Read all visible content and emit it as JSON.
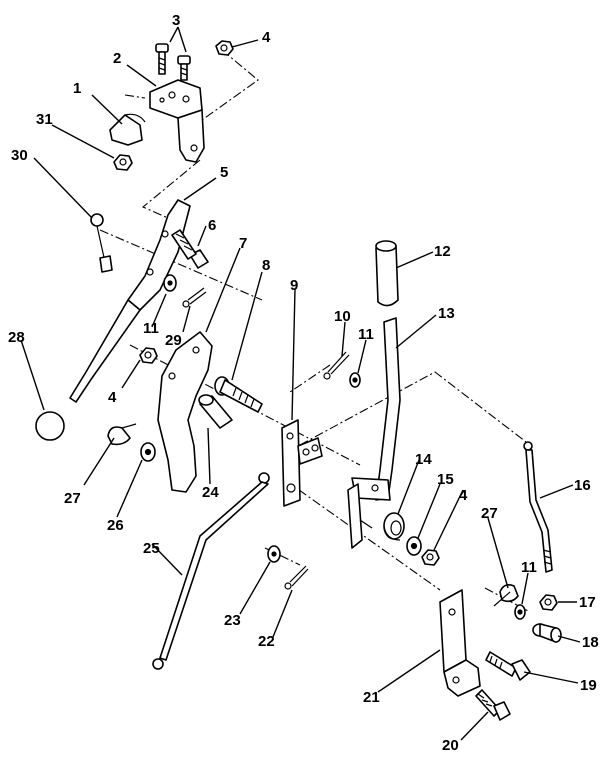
{
  "callouts": [
    "1",
    "2",
    "3",
    "4",
    "5",
    "6",
    "7",
    "8",
    "9",
    "10",
    "11",
    "12",
    "13",
    "14",
    "15",
    "16",
    "17",
    "18",
    "19",
    "20",
    "21",
    "22",
    "23",
    "24",
    "25",
    "26",
    "27",
    "28",
    "29",
    "30",
    "31"
  ],
  "repeat": {
    "four": "4",
    "eleven": "11",
    "twentyseven": "27"
  }
}
